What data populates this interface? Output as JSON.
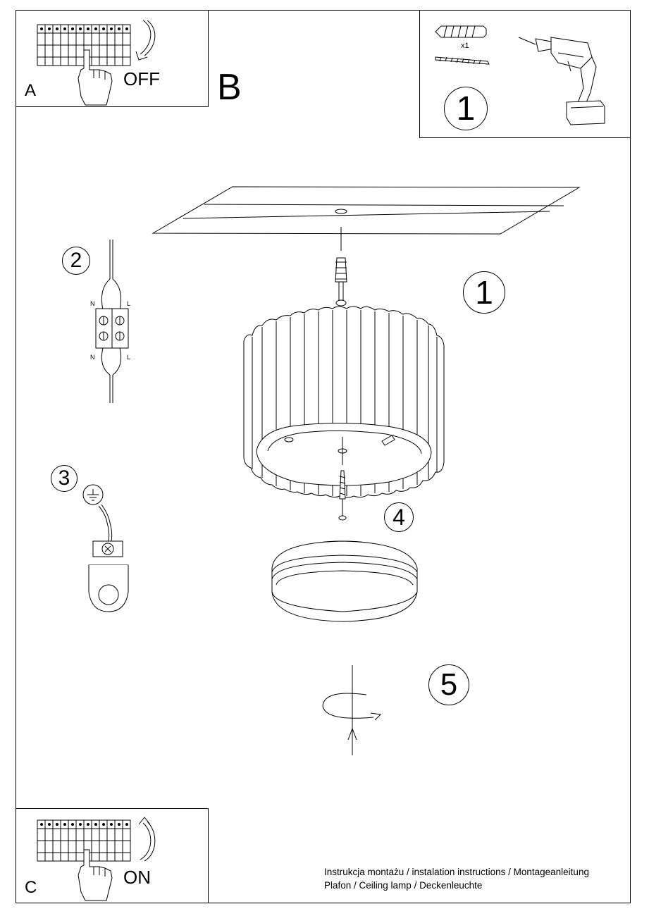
{
  "panels": {
    "a": {
      "letter": "A",
      "state": "OFF"
    },
    "c": {
      "letter": "C",
      "state": "ON"
    }
  },
  "section_label": "B",
  "tools": {
    "step": "1",
    "quantity": "x1"
  },
  "wiring": {
    "step": "2",
    "top_left": "N",
    "top_right": "L",
    "bottom_left": "N",
    "bottom_right": "L"
  },
  "steps": {
    "mount": "1",
    "ground": "3",
    "screw": "4",
    "rotate": "5"
  },
  "footer": {
    "line1": "Instrukcja montażu / instalation instructions / Montageanleitung",
    "line2": "Plafon / Ceiling lamp / Deckenleuchte"
  },
  "icons": [
    "circuit-breaker-icon",
    "hand-icon",
    "curved-arrow-icon",
    "wall-plug-icon",
    "screw-icon",
    "drill-icon",
    "terminal-block-icon",
    "ground-symbol-icon",
    "rotation-arrow-icon"
  ]
}
